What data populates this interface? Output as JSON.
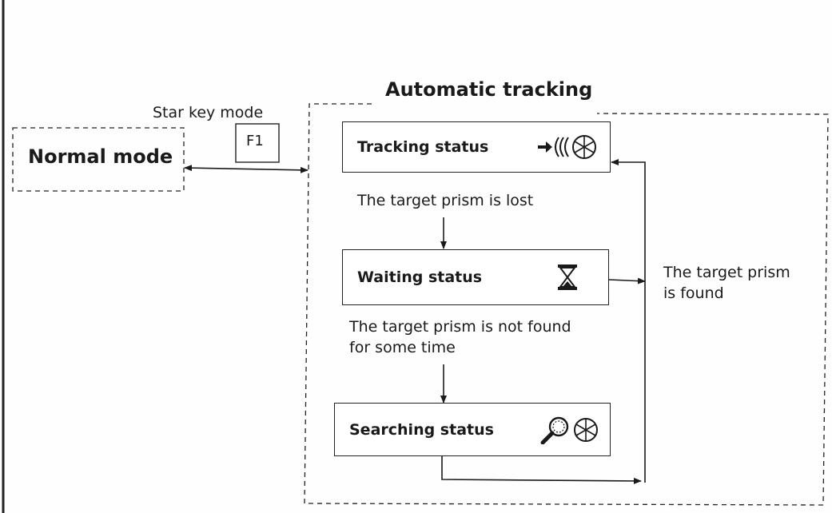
{
  "normal_mode": {
    "label": "Normal mode"
  },
  "star_key": {
    "label": "Star key mode",
    "key": "F1"
  },
  "auto_tracking": {
    "title": "Automatic tracking"
  },
  "states": {
    "tracking": {
      "label": "Tracking status",
      "icon": "tracking-prism-icon"
    },
    "waiting": {
      "label": "Waiting status",
      "icon": "hourglass-icon"
    },
    "searching": {
      "label": "Searching status",
      "icon": "search-prism-icon"
    }
  },
  "transitions": {
    "lost": "The target prism is lost",
    "not_found_line1": "The target prism is not found",
    "not_found_line2": "for some time",
    "found_line1": "The target prism",
    "found_line2": "is found"
  }
}
